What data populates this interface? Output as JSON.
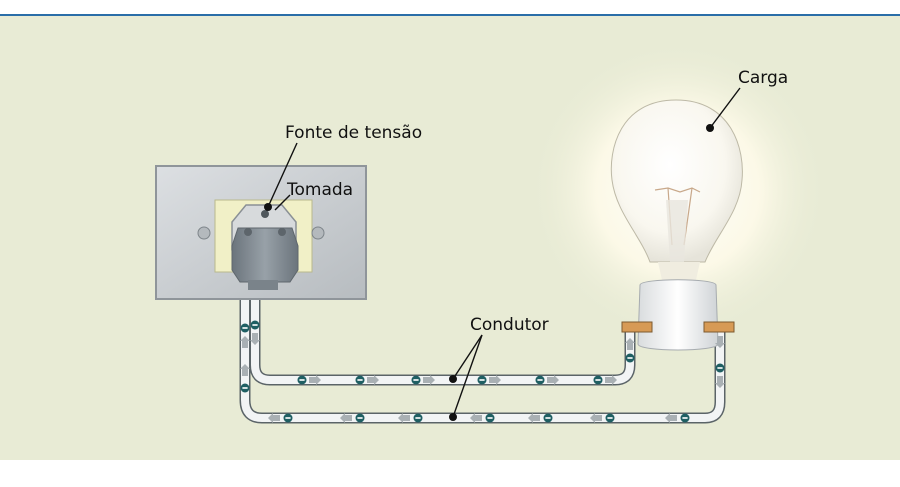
{
  "labels": {
    "fonte": "Fonte de tensão",
    "tomada": "Tomada",
    "carga": "Carga",
    "condutor": "Condutor"
  },
  "colors": {
    "background": "#e8ebd5",
    "top_rule": "#2a6ea8",
    "wall_plate": "#c9ccd0",
    "plug": "#7d8790",
    "wire": "#eef1f2",
    "electron": "#1f5f63",
    "arrow": "#a9b0b4",
    "bulb_glow": "#fffbe6"
  },
  "electron_symbol": "−",
  "icons": [
    "wall-socket-icon",
    "plug-icon",
    "light-bulb-icon",
    "electron-icon",
    "flow-arrow-icon"
  ]
}
